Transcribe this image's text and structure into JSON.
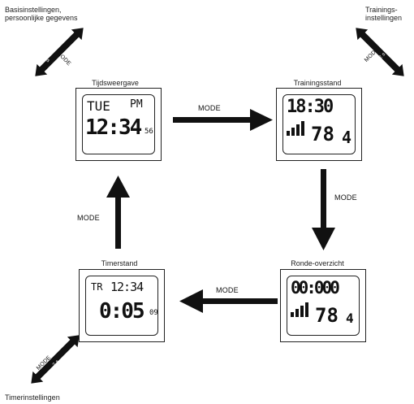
{
  "corner_labels": {
    "top_left_line1": "Basisinstellingen,",
    "top_left_line2": "persoonlijke gegevens",
    "top_right_line1": "Trainings-",
    "top_right_line2": "instellingen",
    "bottom_left": "Timerinstellingen"
  },
  "screens": {
    "tijdsweergave": {
      "title": "Tijdsweergave",
      "day": "TUE",
      "ampm": "PM",
      "time": "12:34",
      "seconds": "56"
    },
    "trainingsstand": {
      "title": "Trainingsstand",
      "top_value": "18:30",
      "main_value": "78",
      "side_value": "4"
    },
    "ronde_overzicht": {
      "title": "Ronde-overzicht",
      "top_value": "00:000",
      "main_value": "78",
      "side_value": "4"
    },
    "timerstand": {
      "title": "Timerstand",
      "top_label": "TR",
      "top_value": "12:34",
      "main_value": "0:05",
      "seconds": "09"
    }
  },
  "arrows": {
    "right_label": "MODE",
    "down_label": "MODE",
    "left_label": "MODE",
    "up_label": "MODE",
    "corner_tl_label": "MODE",
    "corner_tr_label": "MODE",
    "corner_bl_label": "MODE",
    "corner_sub_label": "2 s"
  }
}
